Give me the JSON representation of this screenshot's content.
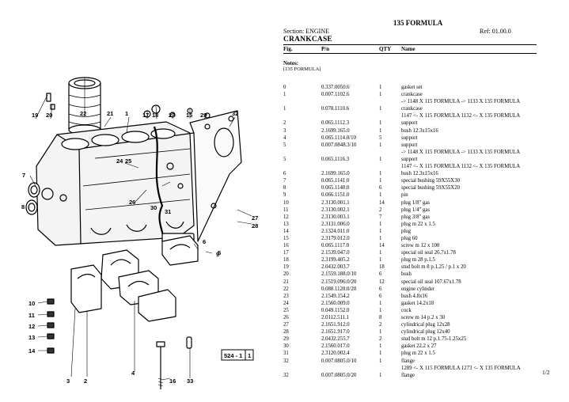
{
  "header": {
    "title": "135 FORMULA",
    "section": "Section: ENGINE",
    "ref": "Ref: 01.00.0",
    "subtitle": "CRANKCASE"
  },
  "table": {
    "columns": [
      "Fig.",
      "P/n",
      "QTY",
      "Name"
    ],
    "notes_label": "Notes:",
    "notes_text": "[135 FORMULA]",
    "rows": [
      {
        "fig": "0",
        "pn": "0.337.0050.6",
        "qty": "1",
        "name": "gasket set"
      },
      {
        "fig": "1",
        "pn": "0.007.1102.6",
        "qty": "1",
        "name": "crankcase"
      },
      {
        "fig": "",
        "pn": "",
        "qty": "",
        "name": "-> 1148 X 115 FORMULA -> 1133 X 135 FORMULA"
      },
      {
        "fig": "1",
        "pn": "0.078.1110.6",
        "qty": "1",
        "name": "crankcase"
      },
      {
        "fig": "",
        "pn": "",
        "qty": "",
        "name": "1147 <- X 115 FORMULA 1132 <- X 135 FORMULA"
      },
      {
        "fig": "2",
        "pn": "0.065.1112.3",
        "qty": "1",
        "name": "support"
      },
      {
        "fig": "3",
        "pn": "2.1699.165.0",
        "qty": "1",
        "name": "bush 12.3x15x16"
      },
      {
        "fig": "4",
        "pn": "0.065.1114.0/10",
        "qty": "5",
        "name": "support"
      },
      {
        "fig": "5",
        "pn": "0.007.0848.3/10",
        "qty": "1",
        "name": "support"
      },
      {
        "fig": "",
        "pn": "",
        "qty": "",
        "name": "-> 1148 X 115 FORMULA -> 1133 X 135 FORMULA"
      },
      {
        "fig": "5",
        "pn": "0.065.1116.3",
        "qty": "1",
        "name": "support"
      },
      {
        "fig": "",
        "pn": "",
        "qty": "",
        "name": "1147 <- X 115 FORMULA 1132 <- X 135 FORMULA"
      },
      {
        "fig": "6",
        "pn": "2.1699.165.0",
        "qty": "1",
        "name": "bush 12.3x15x16"
      },
      {
        "fig": "7",
        "pn": "0.065.1141.0",
        "qty": "1",
        "name": "special bushing 59X55X30"
      },
      {
        "fig": "8",
        "pn": "0.065.1140.0",
        "qty": "6",
        "name": "special bushing 59X55X20"
      },
      {
        "fig": "9",
        "pn": "0.066.1151.0",
        "qty": "1",
        "name": "pin"
      },
      {
        "fig": "10",
        "pn": "2.3130.001.1",
        "qty": "14",
        "name": "plug 1/8\" gas"
      },
      {
        "fig": "11",
        "pn": "2.3130.002.1",
        "qty": "2",
        "name": "plug 1/4\" gas"
      },
      {
        "fig": "12",
        "pn": "2.3130.003.1",
        "qty": "7",
        "name": "plug 3/8\" gas"
      },
      {
        "fig": "13",
        "pn": "2.3131.006.0",
        "qty": "1",
        "name": "plug m 22 x 1.5"
      },
      {
        "fig": "14",
        "pn": "2.1324.011.0",
        "qty": "1",
        "name": "plug"
      },
      {
        "fig": "15",
        "pn": "2.3179.012.0",
        "qty": "1",
        "name": "plug 60"
      },
      {
        "fig": "16",
        "pn": "0.065.1117.0",
        "qty": "14",
        "name": "screw m 12 x 100"
      },
      {
        "fig": "17",
        "pn": "2.1539.047.0",
        "qty": "1",
        "name": "special oil seal 26.7x1.78"
      },
      {
        "fig": "18",
        "pn": "2.3199.405.2",
        "qty": "1",
        "name": "plug m 28 p.1.5"
      },
      {
        "fig": "19",
        "pn": "2.0432.003.7",
        "qty": "18",
        "name": "stud bolt m 8 p.1.25 / p.1 x 20"
      },
      {
        "fig": "20",
        "pn": "2.1559.188.0/10",
        "qty": "6",
        "name": "bush"
      },
      {
        "fig": "21",
        "pn": "2.1519.096.0/20",
        "qty": "12",
        "name": "special oil seal 107.67x1.78"
      },
      {
        "fig": "22",
        "pn": "0.088.1120.0/20",
        "qty": "6",
        "name": "engine cylinder"
      },
      {
        "fig": "23",
        "pn": "2.1549.154.2",
        "qty": "6",
        "name": "bush 4.8x16"
      },
      {
        "fig": "24",
        "pn": "2.1560.009.0",
        "qty": "1",
        "name": "gasket 14.2x18"
      },
      {
        "fig": "25",
        "pn": "0.049.1152.0",
        "qty": "1",
        "name": "cock"
      },
      {
        "fig": "26",
        "pn": "2.0112.511.1",
        "qty": "8",
        "name": "screw m 14 p.2 x 30"
      },
      {
        "fig": "27",
        "pn": "2.1651.912.0",
        "qty": "2",
        "name": "cylindrical plug 12x28"
      },
      {
        "fig": "28",
        "pn": "2.1651.917.0",
        "qty": "1",
        "name": "cylindrical plug 12x40"
      },
      {
        "fig": "29",
        "pn": "2.0432.255.7",
        "qty": "2",
        "name": "stud bolt m 12 p.1.75-1.25x25"
      },
      {
        "fig": "30",
        "pn": "2.1560.017.0",
        "qty": "1",
        "name": "gasket 22.2 x 27"
      },
      {
        "fig": "31",
        "pn": "2.3120.002.4",
        "qty": "1",
        "name": "plug m 22 x 1.5"
      },
      {
        "fig": "32",
        "pn": "0.007.0805.0/10",
        "qty": "1",
        "name": "flange"
      },
      {
        "fig": "",
        "pn": "",
        "qty": "",
        "name": "1289 <- X 115 FORMULA 1273 <- X 135 FORMULA"
      },
      {
        "fig": "32",
        "pn": "0.007.0805.0/20",
        "qty": "1",
        "name": "flange"
      }
    ]
  },
  "page_number": "1/2",
  "drawing": {
    "plate_label": "524 - 1",
    "plate_number": "1",
    "callouts": [
      "19",
      "20",
      "22",
      "21",
      "1",
      "17",
      "18",
      "23",
      "15",
      "29",
      "32",
      "7",
      "8",
      "24",
      "25",
      "26",
      "30",
      "31",
      "27",
      "28",
      "9",
      "6",
      "5",
      "10",
      "11",
      "12",
      "13",
      "14",
      "3",
      "2",
      "4",
      "16",
      "33"
    ]
  }
}
